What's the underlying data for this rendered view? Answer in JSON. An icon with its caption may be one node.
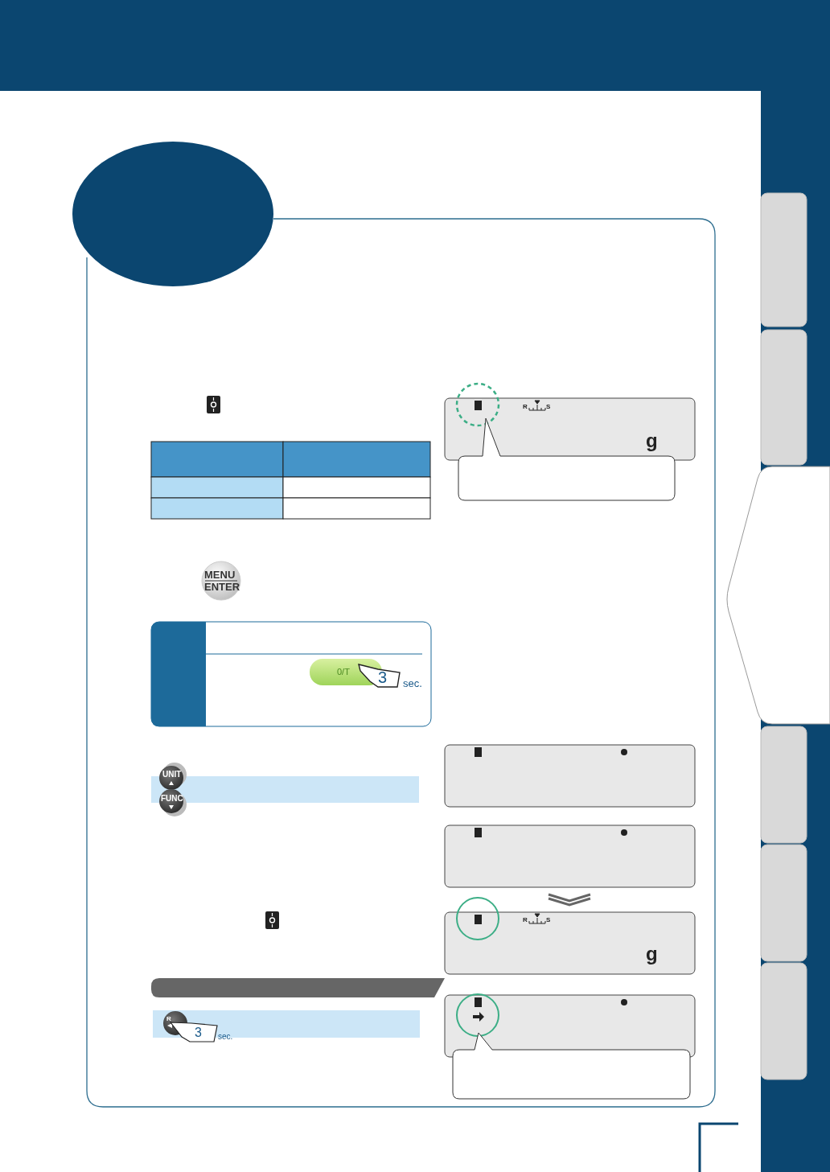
{
  "diagram": {
    "nodes": [
      {
        "text": [],
        "shape": "circle"
      },
      {
        "text": [],
        "shape": "box"
      },
      {
        "text": [],
        "shape": "box"
      },
      {
        "text": [],
        "shape": "bar"
      },
      {
        "text": [],
        "shape": "box"
      }
    ],
    "labels": [
      "R",
      "S",
      "g",
      "MENU",
      "ENTER",
      "0/T",
      "3",
      "sec.",
      "UNIT",
      "FUNC",
      "R",
      "S",
      "g",
      "R",
      "3",
      "sec."
    ]
  }
}
